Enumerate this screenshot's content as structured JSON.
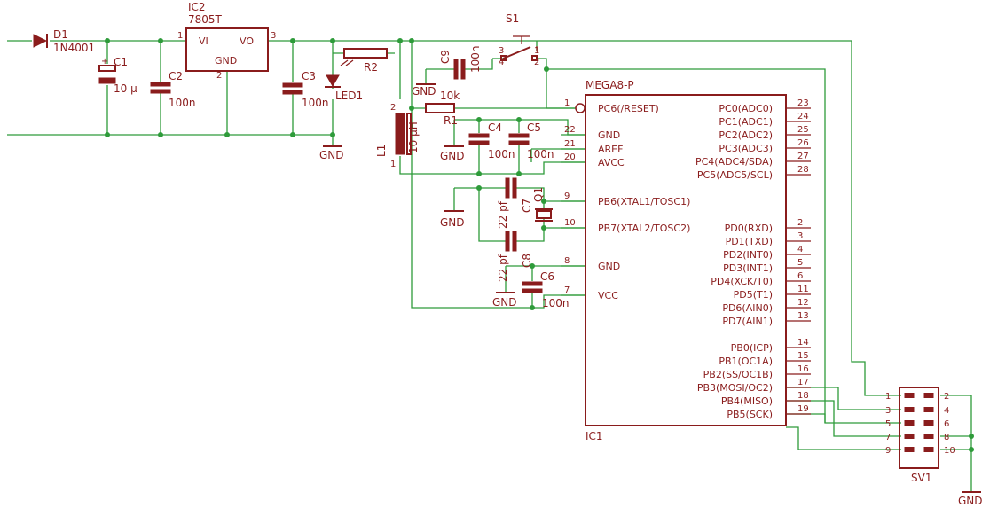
{
  "parts": {
    "d1": {
      "name": "D1",
      "value": "1N4001"
    },
    "c1": {
      "name": "C1",
      "value": "10 µ",
      "pol": "+"
    },
    "c2": {
      "name": "C2",
      "value": "100n"
    },
    "ic2": {
      "name": "IC2",
      "value": "7805T",
      "vi": "VI",
      "vo": "VO",
      "gnd": "GND",
      "p1": "1",
      "p2": "2",
      "p3": "3"
    },
    "c3": {
      "name": "C3",
      "value": "100n"
    },
    "r2": {
      "name": "R2"
    },
    "led1": {
      "name": "LED1"
    },
    "l1": {
      "name": "L1",
      "value": "10 µH",
      "p1": "1",
      "p2": "2"
    },
    "c9": {
      "name": "C9",
      "value": "100n"
    },
    "s1": {
      "name": "S1",
      "p1": "1",
      "p2": "2",
      "p3": "3",
      "p4": "4"
    },
    "r1": {
      "name": "R1",
      "value": "10k"
    },
    "c4": {
      "name": "C4",
      "value": "100n"
    },
    "c5": {
      "name": "C5",
      "value": "100n"
    },
    "c7": {
      "name": "C7",
      "value": "22 pf"
    },
    "q1": {
      "name": "Q1"
    },
    "c8": {
      "name": "C8",
      "value": "22 pf"
    },
    "c6": {
      "name": "C6",
      "value": "100n"
    },
    "sv1": {
      "name": "SV1"
    }
  },
  "gnd": "GND",
  "ic1": {
    "name": "IC1",
    "value": "MEGA8-P",
    "left_pins": [
      {
        "num": "1",
        "name": "PC6(/RESET)"
      },
      {
        "num": "22",
        "name": "GND"
      },
      {
        "num": "21",
        "name": "AREF"
      },
      {
        "num": "20",
        "name": "AVCC"
      },
      {
        "num": "9",
        "name": "PB6(XTAL1/TOSC1)"
      },
      {
        "num": "10",
        "name": "PB7(XTAL2/TOSC2)"
      },
      {
        "num": "8",
        "name": "GND"
      },
      {
        "num": "7",
        "name": "VCC"
      }
    ],
    "right_pins": [
      {
        "num": "23",
        "name": "PC0(ADC0)"
      },
      {
        "num": "24",
        "name": "PC1(ADC1)"
      },
      {
        "num": "25",
        "name": "PC2(ADC2)"
      },
      {
        "num": "26",
        "name": "PC3(ADC3)"
      },
      {
        "num": "27",
        "name": "PC4(ADC4/SDA)"
      },
      {
        "num": "28",
        "name": "PC5(ADC5/SCL)"
      },
      {
        "num": "2",
        "name": "PD0(RXD)"
      },
      {
        "num": "3",
        "name": "PD1(TXD)"
      },
      {
        "num": "4",
        "name": "PD2(INT0)"
      },
      {
        "num": "5",
        "name": "PD3(INT1)"
      },
      {
        "num": "6",
        "name": "PD4(XCK/T0)"
      },
      {
        "num": "11",
        "name": "PD5(T1)"
      },
      {
        "num": "12",
        "name": "PD6(AIN0)"
      },
      {
        "num": "13",
        "name": "PD7(AIN1)"
      },
      {
        "num": "14",
        "name": "PB0(ICP)"
      },
      {
        "num": "15",
        "name": "PB1(OC1A)"
      },
      {
        "num": "16",
        "name": "PB2(SS/OC1B)"
      },
      {
        "num": "17",
        "name": "PB3(MOSI/OC2)"
      },
      {
        "num": "18",
        "name": "PB4(MISO)"
      },
      {
        "num": "19",
        "name": "PB5(SCK)"
      }
    ]
  },
  "sv1_pins": {
    "left": [
      "1",
      "3",
      "5",
      "7",
      "9"
    ],
    "right": [
      "2",
      "4",
      "6",
      "8",
      "10"
    ]
  }
}
